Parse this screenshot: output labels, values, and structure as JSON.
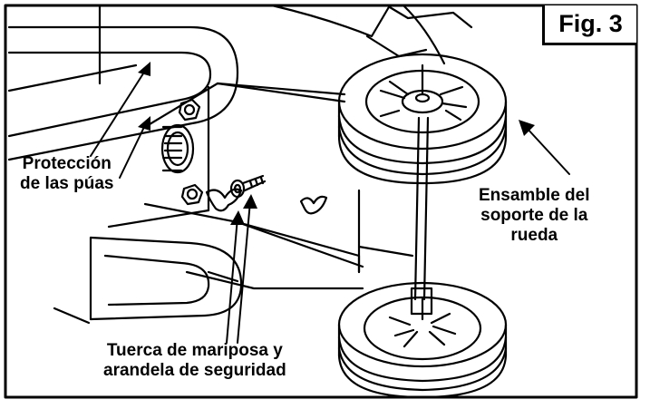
{
  "figure": {
    "tag": "Fig. 3",
    "labels": {
      "tine_guard": [
        "Protección",
        "de las púas"
      ],
      "wheel_assembly": [
        "Ensamble del",
        "soporte de la",
        "rueda"
      ],
      "wing_nut": [
        "Tuerca de mariposa y",
        "arandela de seguridad"
      ]
    }
  }
}
